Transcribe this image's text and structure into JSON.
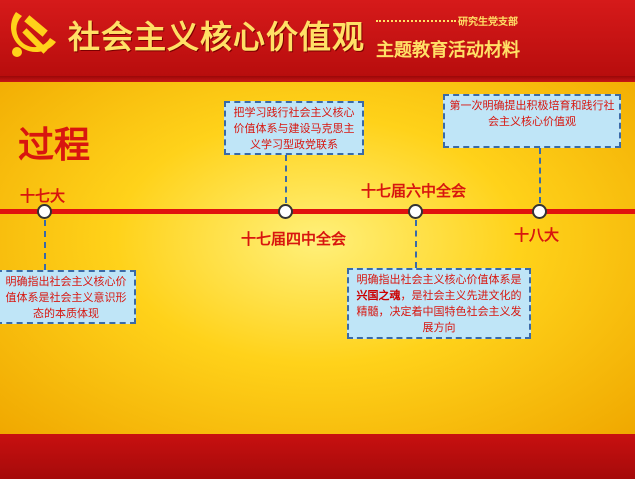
{
  "header": {
    "title": "社会主义核心价值观",
    "org": "研究生党支部",
    "subtitle": "主题教育活动材料"
  },
  "section_title": "过程",
  "timeline": {
    "events": [
      {
        "label": "十七大",
        "text": "明确指出社会主义核心价值体系是社会主义意识形态的本质体现"
      },
      {
        "label": "十七届四中全会",
        "text": "把学习践行社会主义核心价值体系与建设马克思主义学习型政党联系"
      },
      {
        "label": "十七届六中全会",
        "text_before": "明确指出社会主义核心价值体系是",
        "highlight": "兴国之魂",
        "text_after": "，是社会主义先进文化的精髓，决定着中国特色社会主义发展方向"
      },
      {
        "label": "十八大",
        "text": "第一次明确提出积极培育和践行社会主义核心价值观"
      }
    ]
  },
  "colors": {
    "header_red": "#d61a1a",
    "accent_red": "#d8160f",
    "gold": "#ffe066",
    "box_fill": "#bfe5f7",
    "box_border": "#3a6aa8"
  },
  "icons": {
    "emblem": "hammer-sickle-icon"
  }
}
